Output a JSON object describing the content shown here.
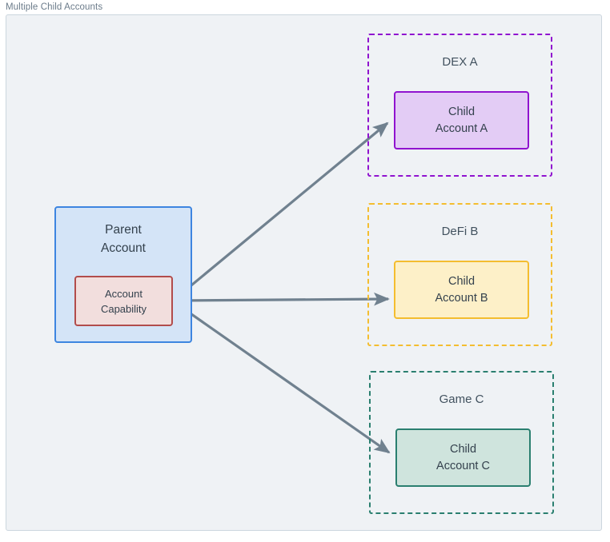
{
  "frame": {
    "title": "Multiple Child Accounts"
  },
  "colors": {
    "background": "#eff2f5",
    "frame_border": "#ccd6de",
    "frame_title_text": "#6b7b8a",
    "node_text": "#34414d",
    "group_label_text": "#42525f",
    "arrow": "#70818f",
    "parent_fill": "#d4e4f7",
    "parent_border": "#3d85e0",
    "capability_fill": "#f2dedd",
    "capability_border": "#b24c4c",
    "dex_a_border": "#9013cf",
    "dex_a_fill": "#e3ccf5",
    "defi_b_border": "#f4bd2f",
    "defi_b_fill": "#fdf0c8",
    "game_c_border": "#2a7f6f",
    "game_c_fill": "#cfe4dd"
  },
  "parent": {
    "title_line_1": "Parent",
    "title_line_2": "Account",
    "capability": {
      "line_1": "Account",
      "line_2": "Capability"
    }
  },
  "groups": [
    {
      "id": "dex-a",
      "label": "DEX A",
      "child": {
        "line_1": "Child",
        "line_2": "Account A"
      }
    },
    {
      "id": "defi-b",
      "label": "DeFi B",
      "child": {
        "line_1": "Child",
        "line_2": "Account B"
      }
    },
    {
      "id": "game-c",
      "label": "Game C",
      "child": {
        "line_1": "Child",
        "line_2": "Account C"
      }
    }
  ],
  "edges": [
    {
      "id": "edge-capability-to-child-a",
      "from": "account-capability",
      "to": "child-account-a"
    },
    {
      "id": "edge-capability-to-child-b",
      "from": "account-capability",
      "to": "child-account-b"
    },
    {
      "id": "edge-capability-to-child-c",
      "from": "account-capability",
      "to": "child-account-c"
    }
  ]
}
